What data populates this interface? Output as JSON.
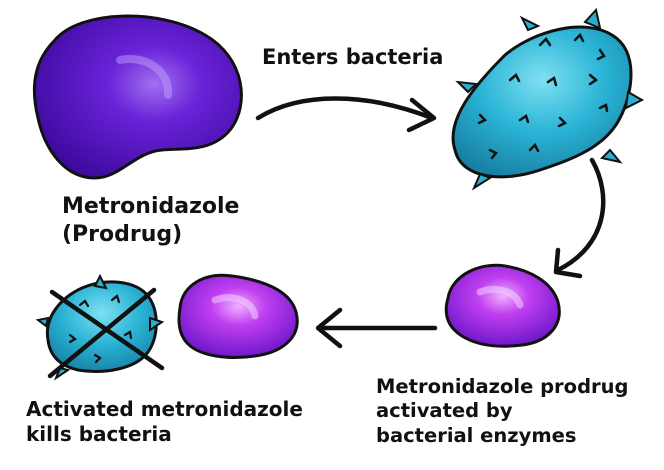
{
  "labels": {
    "enters_bacteria": "Enters bacteria",
    "prodrug": [
      "Metronidazole",
      "(Prodrug)"
    ],
    "activated": [
      "Metronidazole prodrug",
      "activated by",
      "bacterial enzymes"
    ],
    "kills": [
      "Activated metronidazole",
      "kills bacteria"
    ]
  },
  "colors": {
    "prodrug_purple": "#5a16c8",
    "activated_magenta": "#c23ef0",
    "bacteria_cyan": "#2aaed0",
    "outline": "#111111"
  },
  "icons": [
    "prodrug-molecule",
    "bacterium",
    "activated-molecule",
    "crossed-out-bacterium"
  ]
}
